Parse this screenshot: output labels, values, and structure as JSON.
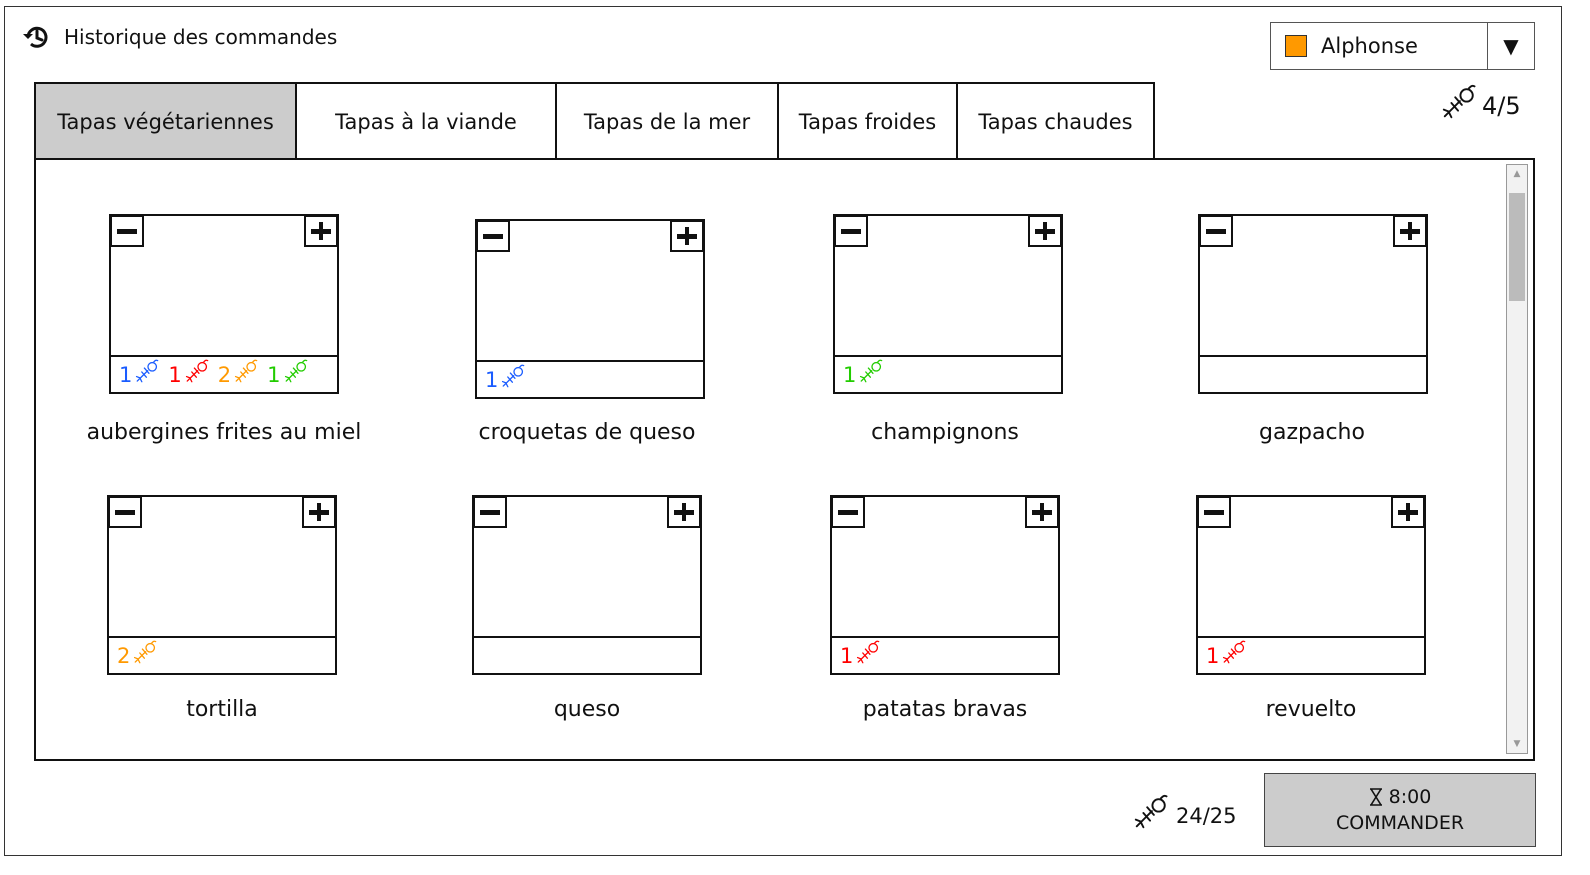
{
  "header": {
    "history_label": "Historique des commandes",
    "history_icon": "history-icon",
    "user": {
      "name": "Alphonse",
      "color": "#ff9900"
    },
    "counter": "4/5"
  },
  "tabs": [
    {
      "label": "Tapas végétariennes",
      "active": true
    },
    {
      "label": "Tapas à la viande",
      "active": false
    },
    {
      "label": "Tapas de la mer",
      "active": false
    },
    {
      "label": "Tapas froides",
      "active": false
    },
    {
      "label": "Tapas chaudes",
      "active": false
    }
  ],
  "colors": {
    "blue": "#1a5cff",
    "red": "#ff0000",
    "orange": "#ff9900",
    "green": "#22cc00"
  },
  "dishes": [
    {
      "name": "aubergines frites au miel",
      "orders": [
        {
          "count": "1",
          "color": "#1a5cff"
        },
        {
          "count": "1",
          "color": "#ff0000"
        },
        {
          "count": "2",
          "color": "#ff9900"
        },
        {
          "count": "1",
          "color": "#22cc00"
        }
      ]
    },
    {
      "name": "croquetas de queso",
      "orders": [
        {
          "count": "1",
          "color": "#1a5cff"
        }
      ]
    },
    {
      "name": "champignons",
      "orders": [
        {
          "count": "1",
          "color": "#22cc00"
        }
      ]
    },
    {
      "name": "gazpacho",
      "orders": []
    },
    {
      "name": "tortilla",
      "orders": [
        {
          "count": "2",
          "color": "#ff9900"
        }
      ]
    },
    {
      "name": "queso",
      "orders": []
    },
    {
      "name": "patatas bravas",
      "orders": [
        {
          "count": "1",
          "color": "#ff0000"
        }
      ]
    },
    {
      "name": "revuelto",
      "orders": [
        {
          "count": "1",
          "color": "#ff0000"
        }
      ]
    }
  ],
  "footer": {
    "total": "24/25",
    "timer": "8:00",
    "order_button_label": "COMMANDER"
  }
}
